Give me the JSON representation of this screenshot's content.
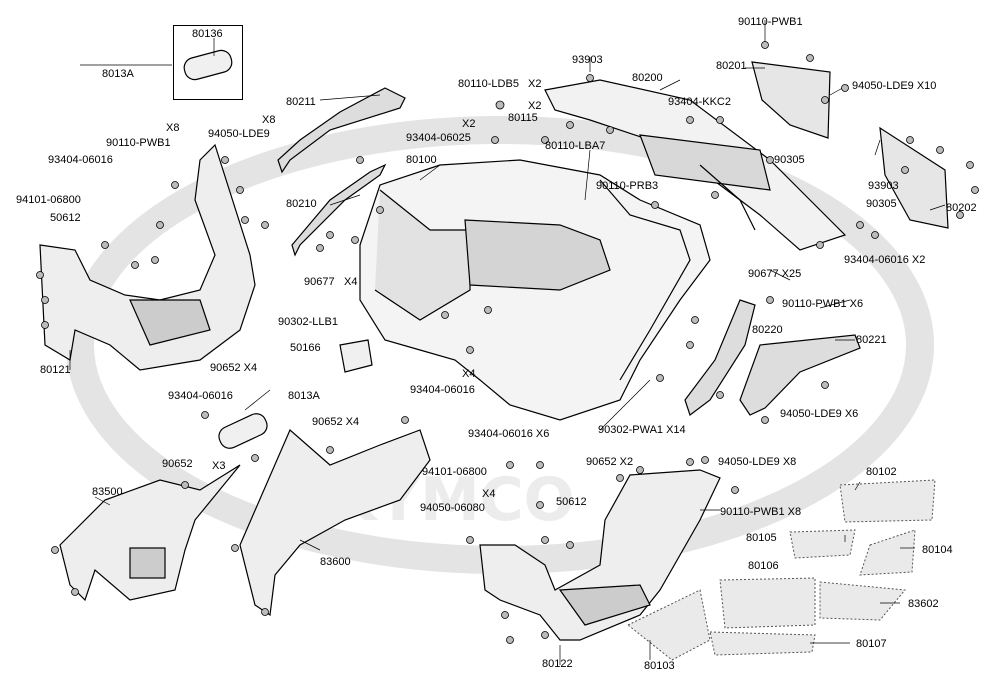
{
  "diagram": {
    "watermark": "KYMCO",
    "labels": {
      "p80136": "80136",
      "p8013A_top": "8013A",
      "p90110_PWB1_top": "90110-PWB1",
      "p93903_top": "93903",
      "p80200": "80200",
      "p80201": "80201",
      "p94050_LDE9_X10": "94050-LDE9  X10",
      "p80110_LDB5": "80110-LDB5",
      "x2_ldb5": "X2",
      "x2_115": "X2",
      "p80115": "80115",
      "p93404_KKC2": "93404-KKC2",
      "p80211": "80211",
      "x8_a": "X8",
      "x8_b": "X8",
      "p90110_PWB1_left": "90110-PWB1",
      "p94050_LDE9_left": "94050-LDE9",
      "x2_06025": "X2",
      "p93404_06025": "93404-06025",
      "p80110_LBA7": "80110-LBA7",
      "p80100": "80100",
      "p90305_a": "90305",
      "p93404_06016_left": "93404-06016",
      "p90110_PRB3": "90110-PRB3",
      "p93903_right": "93903",
      "p80202": "80202",
      "p94101_06800_left": "94101-06800",
      "p50612_left": "50612",
      "p80210": "80210",
      "p90305_b": "90305",
      "p93404_06016_X2": "93404-06016  X2",
      "p90677_a": "90677",
      "x4_90677": "X4",
      "p90677_X25": "90677   X25",
      "p90110_PWB1_X6": "90110-PWB1  X6",
      "p90302_LLB1": "90302-LLB1",
      "p80220": "80220",
      "p80221": "80221",
      "p50166": "50166",
      "p80121": "80121",
      "p90652_X4_a": "90652   X4",
      "x4_06016": "X4",
      "p93404_06016_mid": "93404-06016",
      "p93404_06016_low": "93404-06016",
      "p8013A_low": "8013A",
      "p94050_LDE9_X6": "94050-LDE9  X6",
      "p90302_PWA1_X14": "90302-PWA1  X14",
      "p90652_X4_b": "90652   X4",
      "p93404_06016_X6": "93404-06016  X6",
      "p90652_X2": "90652   X2",
      "p94050_LDE9_X8": "94050-LDE9  X8",
      "p90652_X3": "90652",
      "x3": "X3",
      "p94101_06800_low": "94101-06800",
      "p80102": "80102",
      "x4_low": "X4",
      "p50612_low": "50612",
      "p83500": "83500",
      "p94050_06080": "94050-06080",
      "p90110_PWB1_X8": "90110-PWB1  X8",
      "p80105": "80105",
      "p80104": "80104",
      "p83600": "83600",
      "p80106": "80106",
      "p83602": "83602",
      "p80107": "80107",
      "p80122": "80122",
      "p80103": "80103"
    }
  }
}
